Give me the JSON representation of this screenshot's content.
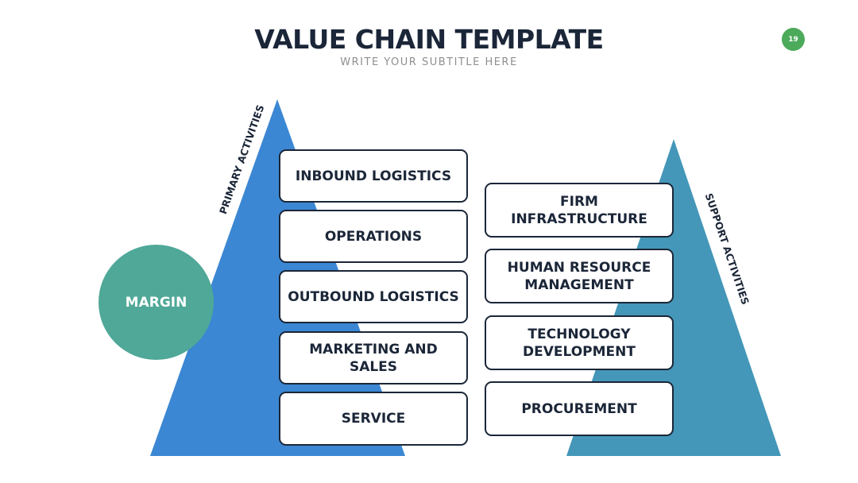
{
  "header": {
    "title": "VALUE CHAIN TEMPLATE",
    "subtitle": "WRITE YOUR SUBTITLE HERE",
    "page_number": "19"
  },
  "margin": {
    "label": "MARGIN"
  },
  "primary": {
    "label": "PRIMARY ACTIVITIES",
    "items": [
      "INBOUND LOGISTICS",
      "OPERATIONS",
      "OUTBOUND LOGISTICS",
      "MARKETING AND SALES",
      "SERVICE"
    ]
  },
  "support": {
    "label": "SUPPORT ACTIVITIES",
    "items": [
      "FIRM INFRASTRUCTURE",
      "HUMAN RESOURCE MANAGEMENT",
      "TECHNOLOGY DEVELOPMENT",
      "PROCUREMENT"
    ]
  },
  "colors": {
    "primary_triangle": "#3b87d3",
    "support_triangle": "#4497b8",
    "margin_circle": "#4fa898",
    "page_badge": "#4caa5b",
    "text": "#1b2638"
  }
}
